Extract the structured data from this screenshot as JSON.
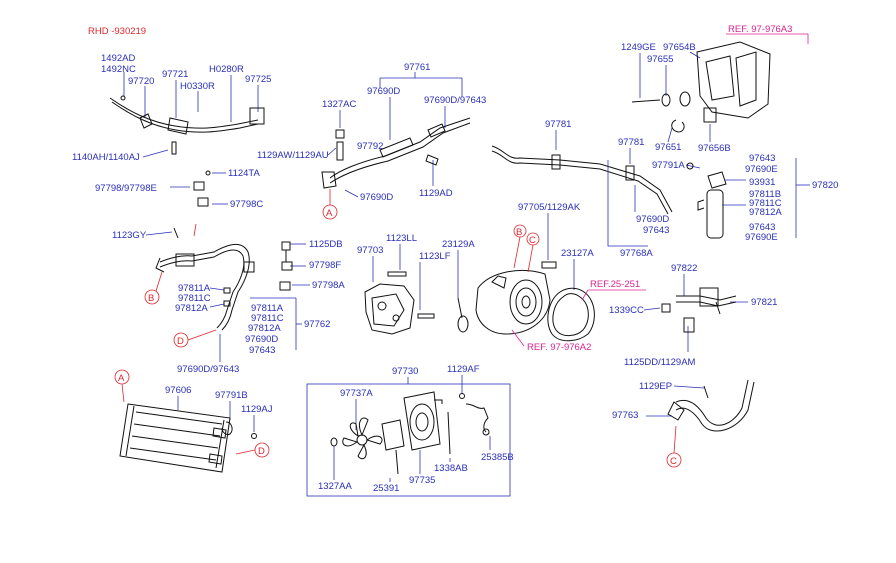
{
  "header": {
    "code": "RHD -930219"
  },
  "refs": {
    "ref_a3": "REF. 97-976A3",
    "ref_251": "REF.25-251",
    "ref_a2": "REF. 97-976A2"
  },
  "callouts": {
    "A": "A",
    "B": "B",
    "C": "C",
    "D": "D"
  },
  "labels": {
    "l1492ad": "1492AD",
    "l1492nc": "1492NC",
    "l97720": "97720",
    "l97721": "97721",
    "lh0330r": "H0330R",
    "lh0280r": "H0280R",
    "l97725": "97725",
    "l1140ah": "1140AH/1140AJ",
    "l1124ta": "1124TA",
    "l97798": "97798/97798E",
    "l97798c": "97798C",
    "l97761": "97761",
    "l97690d_a": "97690D",
    "l97690d97643_a": "97690D/97643",
    "l1327ac": "1327AC",
    "l97792": "97792",
    "l1129aw": "1129AW/1129AU",
    "l97690d_b": "97690D",
    "l1129ad": "1129AD",
    "l97781_a": "97781",
    "l97781_b": "97781",
    "l97690d_c": "97690D",
    "l97643_a": "97643",
    "l97768a": "97768A",
    "l1249ge": "1249GE",
    "l97654b": "97654B",
    "l97655": "97655",
    "l97651": "97651",
    "l97656b": "97656B",
    "l97643_b": "97643",
    "l97690e_a": "97690E",
    "l97791a": "97791A",
    "l93931": "93931",
    "l97820": "97820",
    "l97811b": "97811B",
    "l97811c_a": "97811C",
    "l97812a_a": "97812A",
    "l97643_c": "97643",
    "l97690e_b": "97690E",
    "l1123gy": "1123GY",
    "l1125db": "1125DB",
    "l97798f": "97798F",
    "l97798a": "97798A",
    "l97811a_a": "97811A",
    "l97811c_b": "97811C",
    "l97812a_b": "97812A",
    "l97811a_b": "97811A",
    "l97811c_c": "97811C",
    "l97812a_c": "97812A",
    "l97762": "97762",
    "l97690d_d": "97690D",
    "l97643_d": "97643",
    "l97690d97643_b": "97690D/97643",
    "l97703": "97703",
    "l1123ll": "1123LL",
    "l1123lf": "1123LF",
    "l23129a": "23129A",
    "l97705": "97705/1129AK",
    "l23127a": "23127A",
    "l97822": "97822",
    "l1339cc": "1339CC",
    "l97821": "97821",
    "l1125dd": "1125DD/1129AM",
    "l97606": "97606",
    "l97791b": "97791B",
    "l1129aj": "1129AJ",
    "l97730": "97730",
    "l97737a": "97737A",
    "l1129af": "1129AF",
    "l25385b": "25385B",
    "l1338ab": "1338AB",
    "l97735": "97735",
    "l25391": "25391",
    "l1327aa": "1327AA",
    "l1129ep": "1129EP",
    "l97763": "97763"
  }
}
